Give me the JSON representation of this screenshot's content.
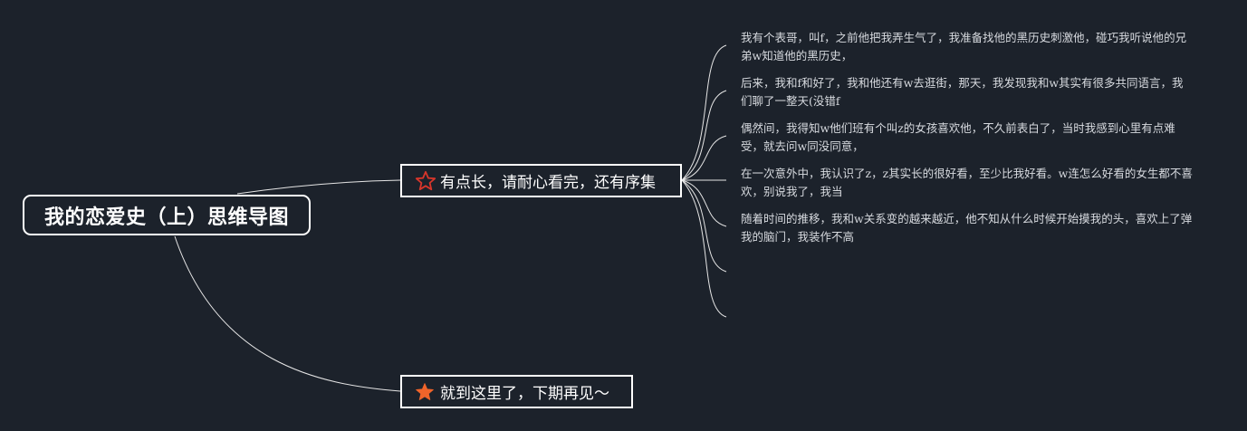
{
  "mindmap": {
    "root": {
      "label": "我的恋爱史（上）思维导图"
    },
    "branches": [
      {
        "label": "有点长，请耐心看完，还有序集",
        "icon": "star-outline-icon",
        "icon_color": "#d9362b",
        "children": [
          {
            "text": "我有个表哥，叫f，之前他把我弄生气了，我准备找他的黑历史刺激他，碰巧我听说他的兄弟w知道他的黑历史，"
          },
          {
            "text": "后来，我和f和好了，我和他还有w去逛街，那天，我发现我和w其实有很多共同语言，我们聊了一整天(没错f"
          },
          {
            "text": "偶然间，我得知w他们班有个叫z的女孩喜欢他，不久前表白了，当时我感到心里有点难受，就去问w同没同意，"
          },
          {
            "text": "在一次意外中，我认识了z，z其实长的很好看，至少比我好看。w连怎么好看的女生都不喜欢，别说我了，我当"
          },
          {
            "text": "随着时间的推移，我和w关系变的越来越近，他不知从什么时候开始摸我的头，喜欢上了弹我的脑门，我装作不高"
          },
          {
            "text": ""
          },
          {
            "text": ""
          }
        ]
      },
      {
        "label": "就到这里了，下期再见～",
        "icon": "star-filled-icon",
        "icon_color": "#f0642a",
        "children": []
      }
    ],
    "colors": {
      "background": "#1c222b",
      "lines": "#e6e6e6",
      "text": "#ffffff"
    }
  }
}
